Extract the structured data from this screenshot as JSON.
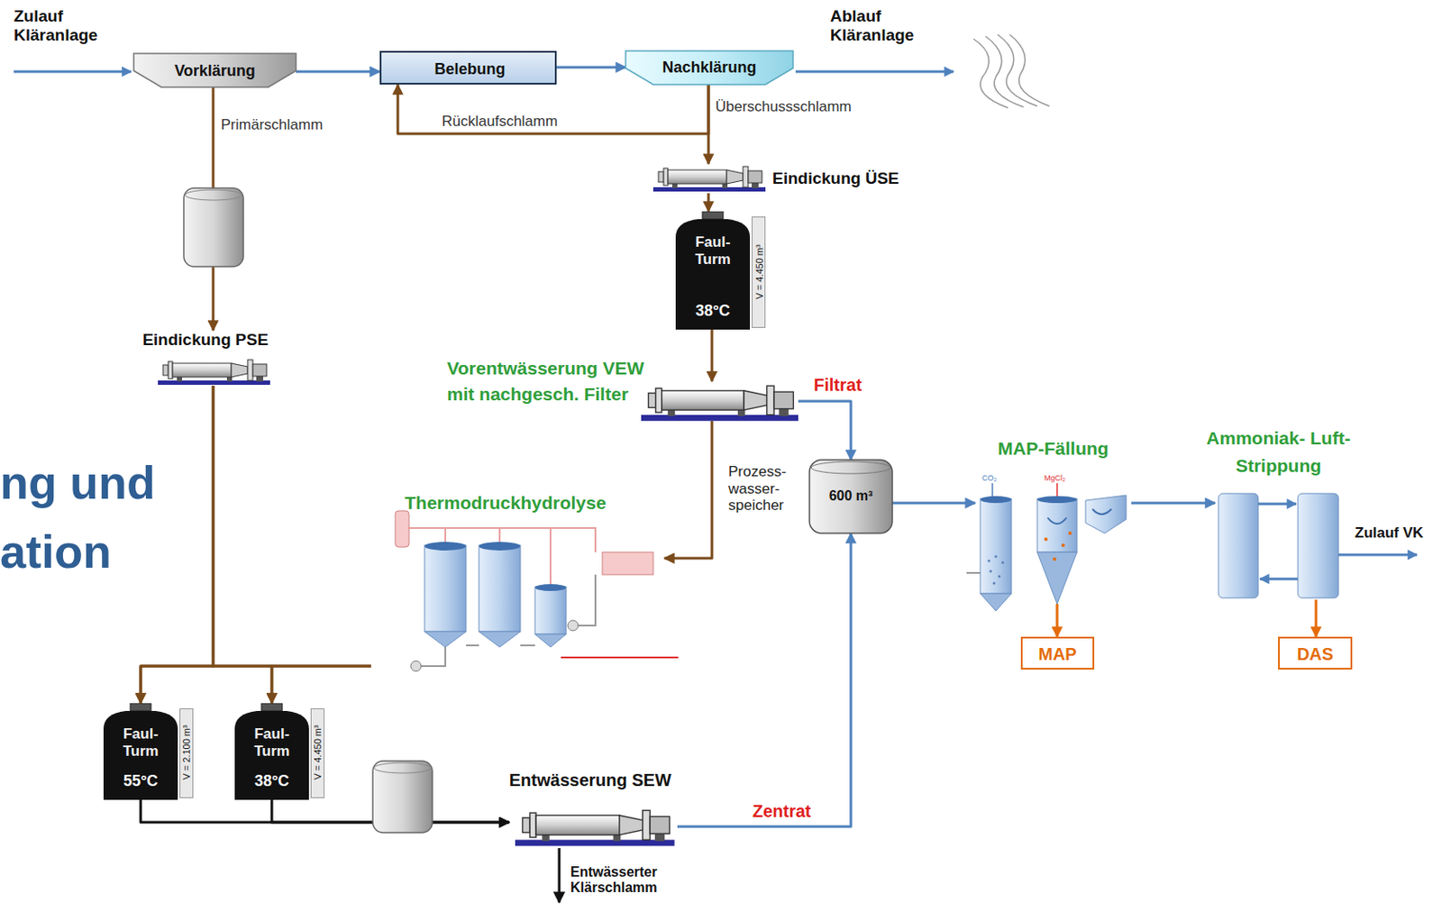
{
  "diagram": {
    "nodes": [
      {
        "text": [
          "Vorklärung"
        ]
      },
      {
        "text": [
          "Belebung"
        ]
      },
      {
        "text": [
          "Nachklärung"
        ]
      },
      {
        "text": [
          "Eindickung ÜSE"
        ]
      },
      {
        "text": [
          "Faul- Turm",
          "38°C",
          "V = 4.450 m³"
        ]
      },
      {
        "text": [
          "Eindickung PSE"
        ]
      },
      {
        "text": [
          "Vorentwässerung VEW mit nachgesch. Filter"
        ]
      },
      {
        "text": [
          "Prozess- wasser- speicher",
          "600 m³"
        ]
      },
      {
        "text": [
          "MAP-Fällung"
        ]
      },
      {
        "text": [
          "Ammoniak- Luft-Strippung"
        ]
      },
      {
        "text": [
          "Thermodruckhydrolyse"
        ]
      },
      {
        "text": [
          "MAP"
        ]
      },
      {
        "text": [
          "DAS"
        ]
      },
      {
        "text": [
          "Faul- Turm",
          "55°C",
          "V = 2.100 m³"
        ]
      },
      {
        "text": [
          "Faul- Turm",
          "38°C",
          "V = 4.450 m³"
        ]
      },
      {
        "text": [
          "Entwässerung SEW"
        ]
      }
    ],
    "edges": [
      {
        "from": 0,
        "to": 1,
        "arrow": "to"
      },
      {
        "from": 1,
        "to": 2,
        "arrow": "to"
      },
      {
        "from": 2,
        "to": 1,
        "label": "Rücklaufschlamm",
        "arrow": "to"
      },
      {
        "from": 2,
        "to": 3,
        "label": "Überschussschlamm",
        "arrow": "to"
      },
      {
        "from": 0,
        "to": 5,
        "label": "Primärschlamm",
        "arrow": "to"
      },
      {
        "from": 3,
        "to": 4,
        "arrow": "to"
      },
      {
        "from": 4,
        "to": 6,
        "arrow": "to"
      },
      {
        "from": 6,
        "to": 10,
        "arrow": "to"
      },
      {
        "from": 6,
        "to": 7,
        "label": "Filtrat",
        "arrow": "to"
      },
      {
        "from": 10,
        "to": 13,
        "arrow": "to"
      },
      {
        "from": 10,
        "to": 14,
        "arrow": "to"
      },
      {
        "from": 5,
        "to": 13,
        "arrow": "to"
      },
      {
        "from": 5,
        "to": 14,
        "arrow": "to"
      },
      {
        "from": 13,
        "to": 15,
        "arrow": "to"
      },
      {
        "from": 14,
        "to": 15,
        "arrow": "to"
      },
      {
        "from": 15,
        "to": 7,
        "label": "Zentrat",
        "arrow": "to"
      },
      {
        "from": 7,
        "to": 8,
        "arrow": "to"
      },
      {
        "from": 8,
        "to": 9,
        "arrow": "to"
      },
      {
        "from": 8,
        "to": 11,
        "arrow": "to"
      },
      {
        "from": 9,
        "to": 12,
        "arrow": "to"
      }
    ],
    "labels": [
      "Zulauf Kläranlage",
      "Ablauf Kläranlage",
      "ng und",
      "ation",
      "CO₂",
      "MgCl₂",
      "Zulauf VK",
      "Entwässerter Klärschlamm"
    ]
  }
}
